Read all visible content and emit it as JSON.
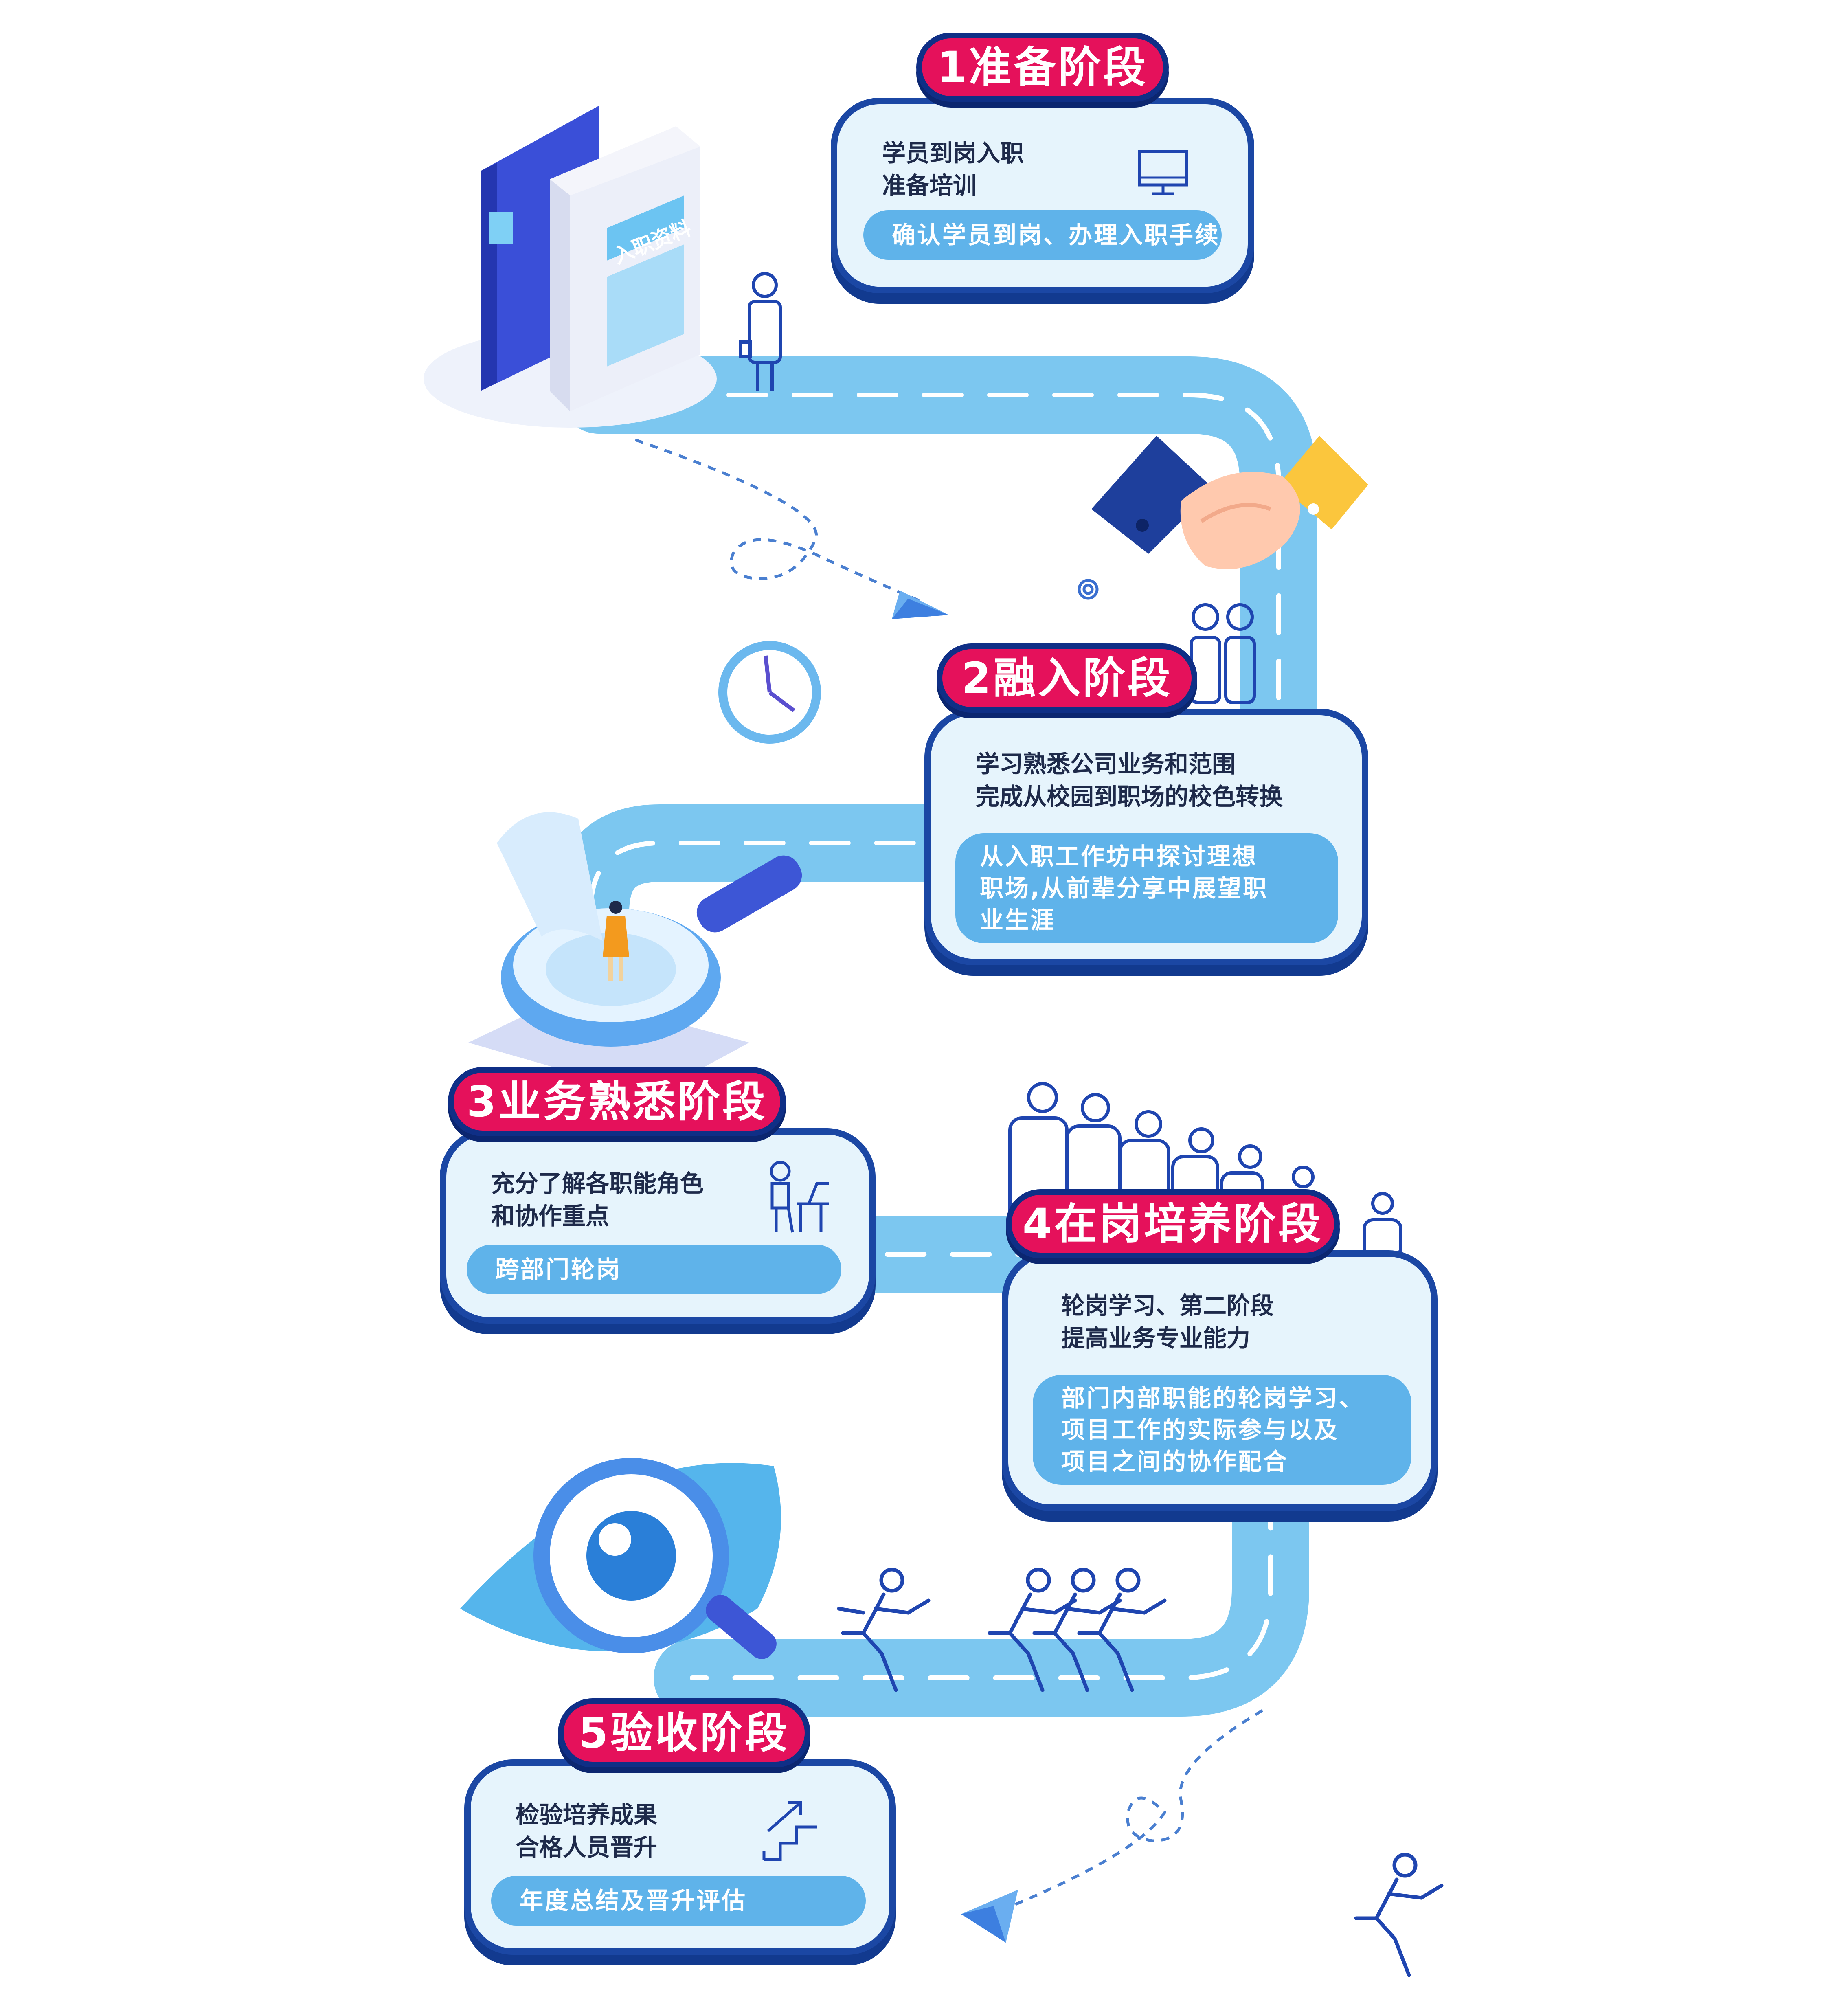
{
  "colors": {
    "road": "#7cc7f0",
    "road_dash": "#ffffff",
    "card_border": "#1b47a4",
    "card_fill": "#e6f4fc",
    "pill_fill": "#5fb3ea",
    "tag_fill": "#e5115b"
  },
  "stages": [
    {
      "title": "1准备阶段",
      "lines": [
        "学员到岗入职",
        "准备培训"
      ],
      "detail": [
        "确认学员到岗、办理入职手续"
      ],
      "icon": "monitor-icon"
    },
    {
      "title": "2融入阶段",
      "lines": [
        "学习熟悉公司业务和范围",
        "完成从校园到职场的校色转换"
      ],
      "detail": [
        "从入职工作坊中探讨理想",
        "职场,从前辈分享中展望职",
        "业生涯"
      ],
      "icon": "team-icon"
    },
    {
      "title": "3业务熟悉阶段",
      "lines": [
        "充分了解各职能角色",
        "和协作重点"
      ],
      "detail": [
        "跨部门轮岗"
      ],
      "icon": "desk-worker-icon"
    },
    {
      "title": "4在岗培养阶段",
      "lines": [
        "轮岗学习、第二阶段",
        "提高业务专业能力"
      ],
      "detail": [
        "部门内部职能的轮岗学习、",
        "项目工作的实际参与以及",
        "项目之间的协作配合"
      ],
      "icon": "crowd-icon"
    },
    {
      "title": "5验收阶段",
      "lines": [
        "检验培养成果",
        "合格人员晋升"
      ],
      "detail": [
        "年度总结及晋升评估"
      ],
      "icon": "stairs-arrow-icon"
    }
  ],
  "illustrations": {
    "book_label": "入职资料"
  }
}
